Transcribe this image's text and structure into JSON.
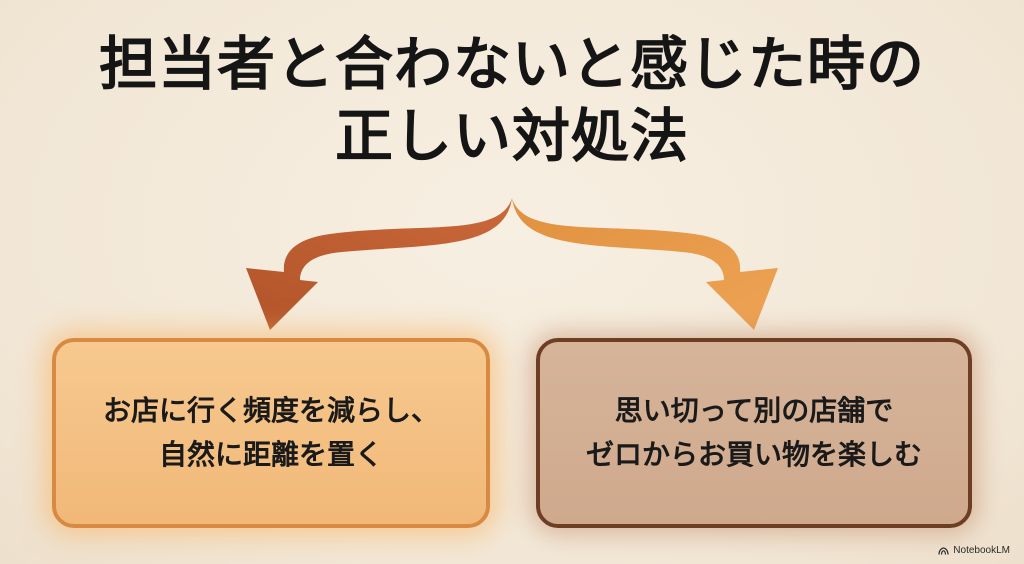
{
  "title": {
    "line1": "担当者と合わないと感じた時の",
    "line2": "正しい対処法"
  },
  "options": [
    {
      "line1": "お店に行く頻度を減らし、",
      "line2": "自然に距離を置く"
    },
    {
      "line1": "思い切って別の店舗で",
      "line2": "ゼロからお買い物を楽しむ"
    }
  ],
  "watermark": {
    "label": "NotebookLM",
    "icon": "notebooklm-logo-icon"
  },
  "colors": {
    "background": "#f4ebdd",
    "left_arrow": "#b85a2c",
    "right_arrow": "#e89a4a",
    "left_box_fill": "#f4c185",
    "left_box_border": "#d98a42",
    "right_box_fill": "#d3ae92",
    "right_box_border": "#6e3e24"
  }
}
